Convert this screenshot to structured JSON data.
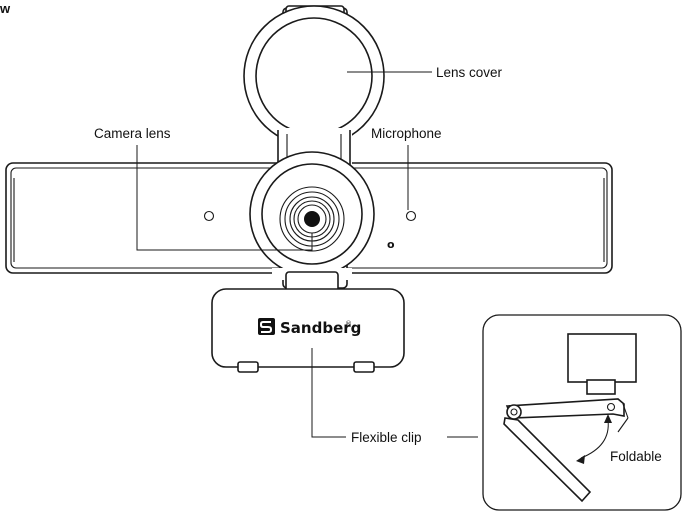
{
  "corner_label": "w",
  "labels": {
    "lens_cover": "Lens cover",
    "camera_lens": "Camera lens",
    "microphone": "Microphone",
    "flexible_clip": "Flexible clip",
    "foldable": "Foldable"
  },
  "brand": {
    "name": "Sandberg",
    "trademark": "®",
    "logo_icon": "sandberg-s-square-icon"
  },
  "colors": {
    "line": "#1a1a1a",
    "fill": "#ffffff",
    "lens_center": "#111111"
  }
}
